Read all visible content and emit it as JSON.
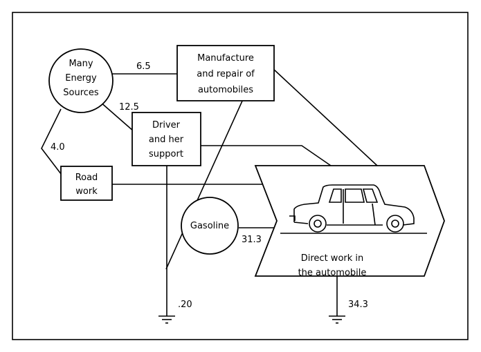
{
  "nodes": {
    "sources": {
      "lines": [
        "Many",
        "Energy",
        "Sources"
      ]
    },
    "manufacture": {
      "lines": [
        "Manufacture",
        "and repair of",
        "automobiles"
      ]
    },
    "driver": {
      "lines": [
        "Driver",
        "and her",
        "support"
      ]
    },
    "road": {
      "lines": [
        "Road",
        "work"
      ]
    },
    "gasoline": {
      "lines": [
        "Gasoline"
      ]
    },
    "auto": {
      "lines": [
        "Direct work in",
        "the automobile"
      ]
    }
  },
  "flows": {
    "sources_to_manufacture": "6.5",
    "sources_to_driver": "12.5",
    "sources_to_road": "4.0",
    "gasoline_to_auto": "31.3",
    "driver_loss": ".20",
    "auto_output": "34.3"
  }
}
